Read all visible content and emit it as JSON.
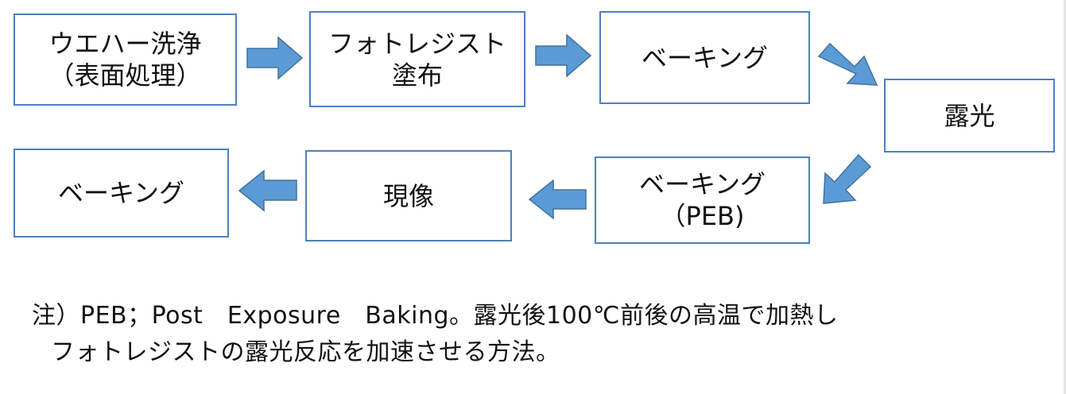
{
  "steps": [
    {
      "id": "wafer-cleaning",
      "line1": "ウエハー洗浄",
      "line2": "（表面処理）"
    },
    {
      "id": "photoresist-coating",
      "line1": "フォトレジスト",
      "line2": "塗布"
    },
    {
      "id": "baking-1",
      "line1": "ベーキング",
      "line2": ""
    },
    {
      "id": "exposure",
      "line1": "露光",
      "line2": ""
    },
    {
      "id": "baking-peb",
      "line1": "ベーキング",
      "line2": "（PEB)"
    },
    {
      "id": "development",
      "line1": "現像",
      "line2": ""
    },
    {
      "id": "baking-2",
      "line1": "ベーキング",
      "line2": ""
    }
  ],
  "note": {
    "line1": "注）PEB；Post　Exposure　Baking。露光後100℃前後の高温で加熱し",
    "line2": "フォトレジストの露光反応を加速させる方法。"
  },
  "colors": {
    "box_border": "#4f7fbf",
    "arrow_fill": "#5b9bd5",
    "arrow_stroke": "#41719c"
  }
}
